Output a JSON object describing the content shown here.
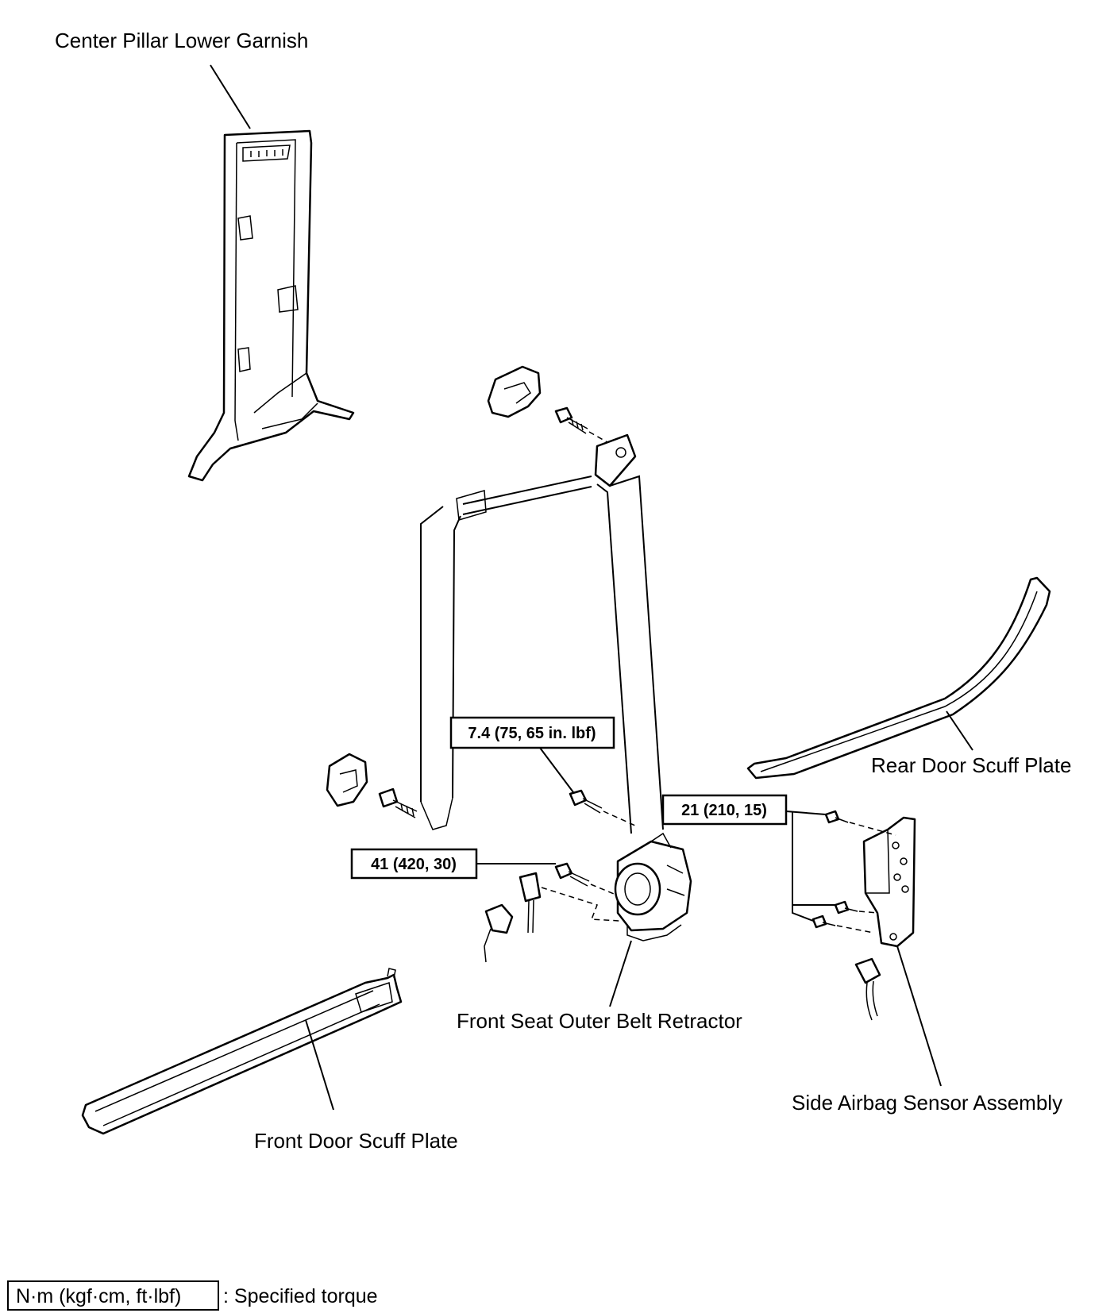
{
  "labels": {
    "center_pillar_lower_garnish": "Center Pillar Lower Garnish",
    "rear_door_scuff_plate": "Rear Door Scuff Plate",
    "front_seat_outer_belt_retractor": "Front Seat Outer Belt Retractor",
    "side_airbag_sensor_assembly": "Side Airbag Sensor Assembly",
    "front_door_scuff_plate": "Front Door Scuff Plate"
  },
  "torques": {
    "t1": "7.4 (75, 65 in. lbf)",
    "t2": "21 (210, 15)",
    "t3": "41 (420, 30)"
  },
  "legend": {
    "unit": "N·m (kgf·cm, ft·lbf)",
    "description": ": Specified torque"
  }
}
